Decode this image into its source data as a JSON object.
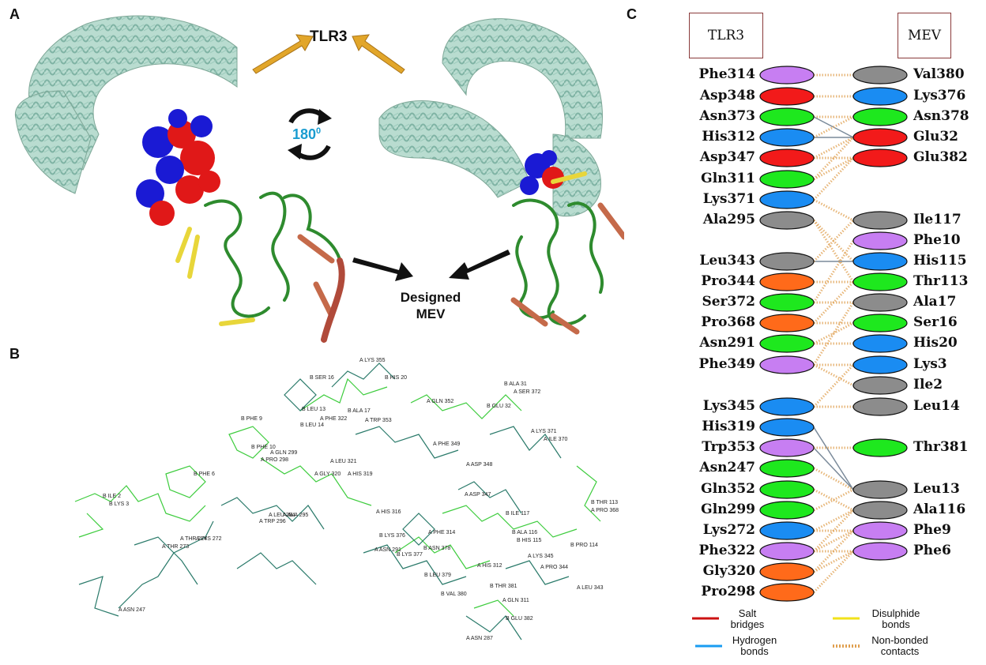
{
  "panels": {
    "a": "A",
    "b": "B",
    "c": "C"
  },
  "panel_a": {
    "receptor_label": "TLR3",
    "rotation_label": "180",
    "rotation_sup": "0",
    "mev_label_line1": "Designed",
    "mev_label_line2": "MEV"
  },
  "panel_b": {
    "labels": [
      {
        "t": "A LYS 355"
      },
      {
        "t": "B SER 16"
      },
      {
        "t": "B HIS 20"
      },
      {
        "t": "B ALA 31"
      },
      {
        "t": "A SER 372"
      },
      {
        "t": "A GLN 352"
      },
      {
        "t": "B GLU 32"
      },
      {
        "t": "B LEU 13"
      },
      {
        "t": "B ALA 17"
      },
      {
        "t": "B PHE 9"
      },
      {
        "t": "A PHE 322"
      },
      {
        "t": "A TRP 353"
      },
      {
        "t": "B LEU 14"
      },
      {
        "t": "A LYS 371"
      },
      {
        "t": "A ILE 370"
      },
      {
        "t": "A PHE 349"
      },
      {
        "t": "B PHE 10"
      },
      {
        "t": "A GLN 299"
      },
      {
        "t": "A PRO 298"
      },
      {
        "t": "A LEU 321"
      },
      {
        "t": "A ASP 348"
      },
      {
        "t": "B PHE 6"
      },
      {
        "t": "A GLY 320"
      },
      {
        "t": "A HIS 319"
      },
      {
        "t": "A ASP 347"
      },
      {
        "t": "B ILE 2"
      },
      {
        "t": "B LYS 3"
      },
      {
        "t": "A HIS 316"
      },
      {
        "t": "B ILE 117"
      },
      {
        "t": "B THR 113"
      },
      {
        "t": "A PRO 368"
      },
      {
        "t": "A LEU 294"
      },
      {
        "t": "A ALA 295"
      },
      {
        "t": "B ALA 116"
      },
      {
        "t": "B LYS 376"
      },
      {
        "t": "B HIS 115"
      },
      {
        "t": "A TRP 296"
      },
      {
        "t": "A PHE 314"
      },
      {
        "t": "B PRO 114"
      },
      {
        "t": "A THR 274"
      },
      {
        "t": "A LYS 272"
      },
      {
        "t": "A ASN 291"
      },
      {
        "t": "B ASN 378"
      },
      {
        "t": "B LYS 377"
      },
      {
        "t": "A LYS 345"
      },
      {
        "t": "A THR 273"
      },
      {
        "t": "A HIS 312"
      },
      {
        "t": "A PRO 344"
      },
      {
        "t": "B LEU 379"
      },
      {
        "t": "A LEU 343"
      },
      {
        "t": "B THR 381"
      },
      {
        "t": "B VAL 380"
      },
      {
        "t": "A GLN 311"
      },
      {
        "t": "A ASN 247"
      },
      {
        "t": "B GLU 382"
      },
      {
        "t": "A ASN 287"
      }
    ]
  },
  "panel_c": {
    "left_header": "TLR3",
    "right_header": "MEV",
    "left": [
      {
        "name": "Phe314",
        "color": "#c77ef2"
      },
      {
        "name": "Asp348",
        "color": "#f21a1a"
      },
      {
        "name": "Asn373",
        "color": "#1ee81e"
      },
      {
        "name": "His312",
        "color": "#1a8cf2"
      },
      {
        "name": "Asp347",
        "color": "#f21a1a"
      },
      {
        "name": "Gln311",
        "color": "#1ee81e"
      },
      {
        "name": "Lys371",
        "color": "#1a8cf2"
      },
      {
        "name": "Ala295",
        "color": "#8c8c8c"
      },
      {
        "name": "Leu343",
        "color": "#8c8c8c"
      },
      {
        "name": "Pro344",
        "color": "#ff6a1a"
      },
      {
        "name": "Ser372",
        "color": "#1ee81e"
      },
      {
        "name": "Pro368",
        "color": "#ff6a1a"
      },
      {
        "name": "Asn291",
        "color": "#1ee81e"
      },
      {
        "name": "Phe349",
        "color": "#c77ef2"
      },
      {
        "name": "Lys345",
        "color": "#1a8cf2"
      },
      {
        "name": "His319",
        "color": "#1a8cf2"
      },
      {
        "name": "Trp353",
        "color": "#c77ef2"
      },
      {
        "name": "Asn247",
        "color": "#1ee81e"
      },
      {
        "name": "Gln352",
        "color": "#1ee81e"
      },
      {
        "name": "Gln299",
        "color": "#1ee81e"
      },
      {
        "name": "Lys272",
        "color": "#1a8cf2"
      },
      {
        "name": "Phe322",
        "color": "#c77ef2"
      },
      {
        "name": "Gly320",
        "color": "#ff6a1a"
      },
      {
        "name": "Pro298",
        "color": "#ff6a1a"
      }
    ],
    "right": [
      {
        "name": "Val380",
        "color": "#8c8c8c"
      },
      {
        "name": "Lys376",
        "color": "#1a8cf2"
      },
      {
        "name": "Asn378",
        "color": "#1ee81e"
      },
      {
        "name": "Glu32",
        "color": "#f21a1a"
      },
      {
        "name": "Glu382",
        "color": "#f21a1a"
      },
      {
        "name": "Ile117",
        "color": "#8c8c8c"
      },
      {
        "name": "Phe10",
        "color": "#c77ef2"
      },
      {
        "name": "His115",
        "color": "#1a8cf2"
      },
      {
        "name": "Thr113",
        "color": "#1ee81e"
      },
      {
        "name": "Ala17",
        "color": "#8c8c8c"
      },
      {
        "name": "Ser16",
        "color": "#1ee81e"
      },
      {
        "name": "His20",
        "color": "#1a8cf2"
      },
      {
        "name": "Lys3",
        "color": "#1a8cf2"
      },
      {
        "name": "Ile2",
        "color": "#8c8c8c"
      },
      {
        "name": "Leu14",
        "color": "#8c8c8c"
      },
      {
        "name": "Thr381",
        "color": "#1ee81e"
      },
      {
        "name": "Leu13",
        "color": "#8c8c8c"
      },
      {
        "name": "Ala116",
        "color": "#8c8c8c"
      },
      {
        "name": "Phe9",
        "color": "#c77ef2"
      },
      {
        "name": "Phe6",
        "color": "#c77ef2"
      }
    ],
    "legend": {
      "salt_line1": "Salt",
      "salt_line2": "bridges",
      "disulphide_line1": "Disulphide",
      "disulphide_line2": "bonds",
      "hydrogen_line1": "Hydrogen",
      "hydrogen_line2": "bonds",
      "nonbonded_line1": "Non-bonded",
      "nonbonded_line2": "contacts",
      "salt_color": "#cc1111",
      "disulphide_color": "#f2e21a",
      "hydrogen_color": "#1a9cf2",
      "nonbonded_color": "#e0a050"
    }
  }
}
